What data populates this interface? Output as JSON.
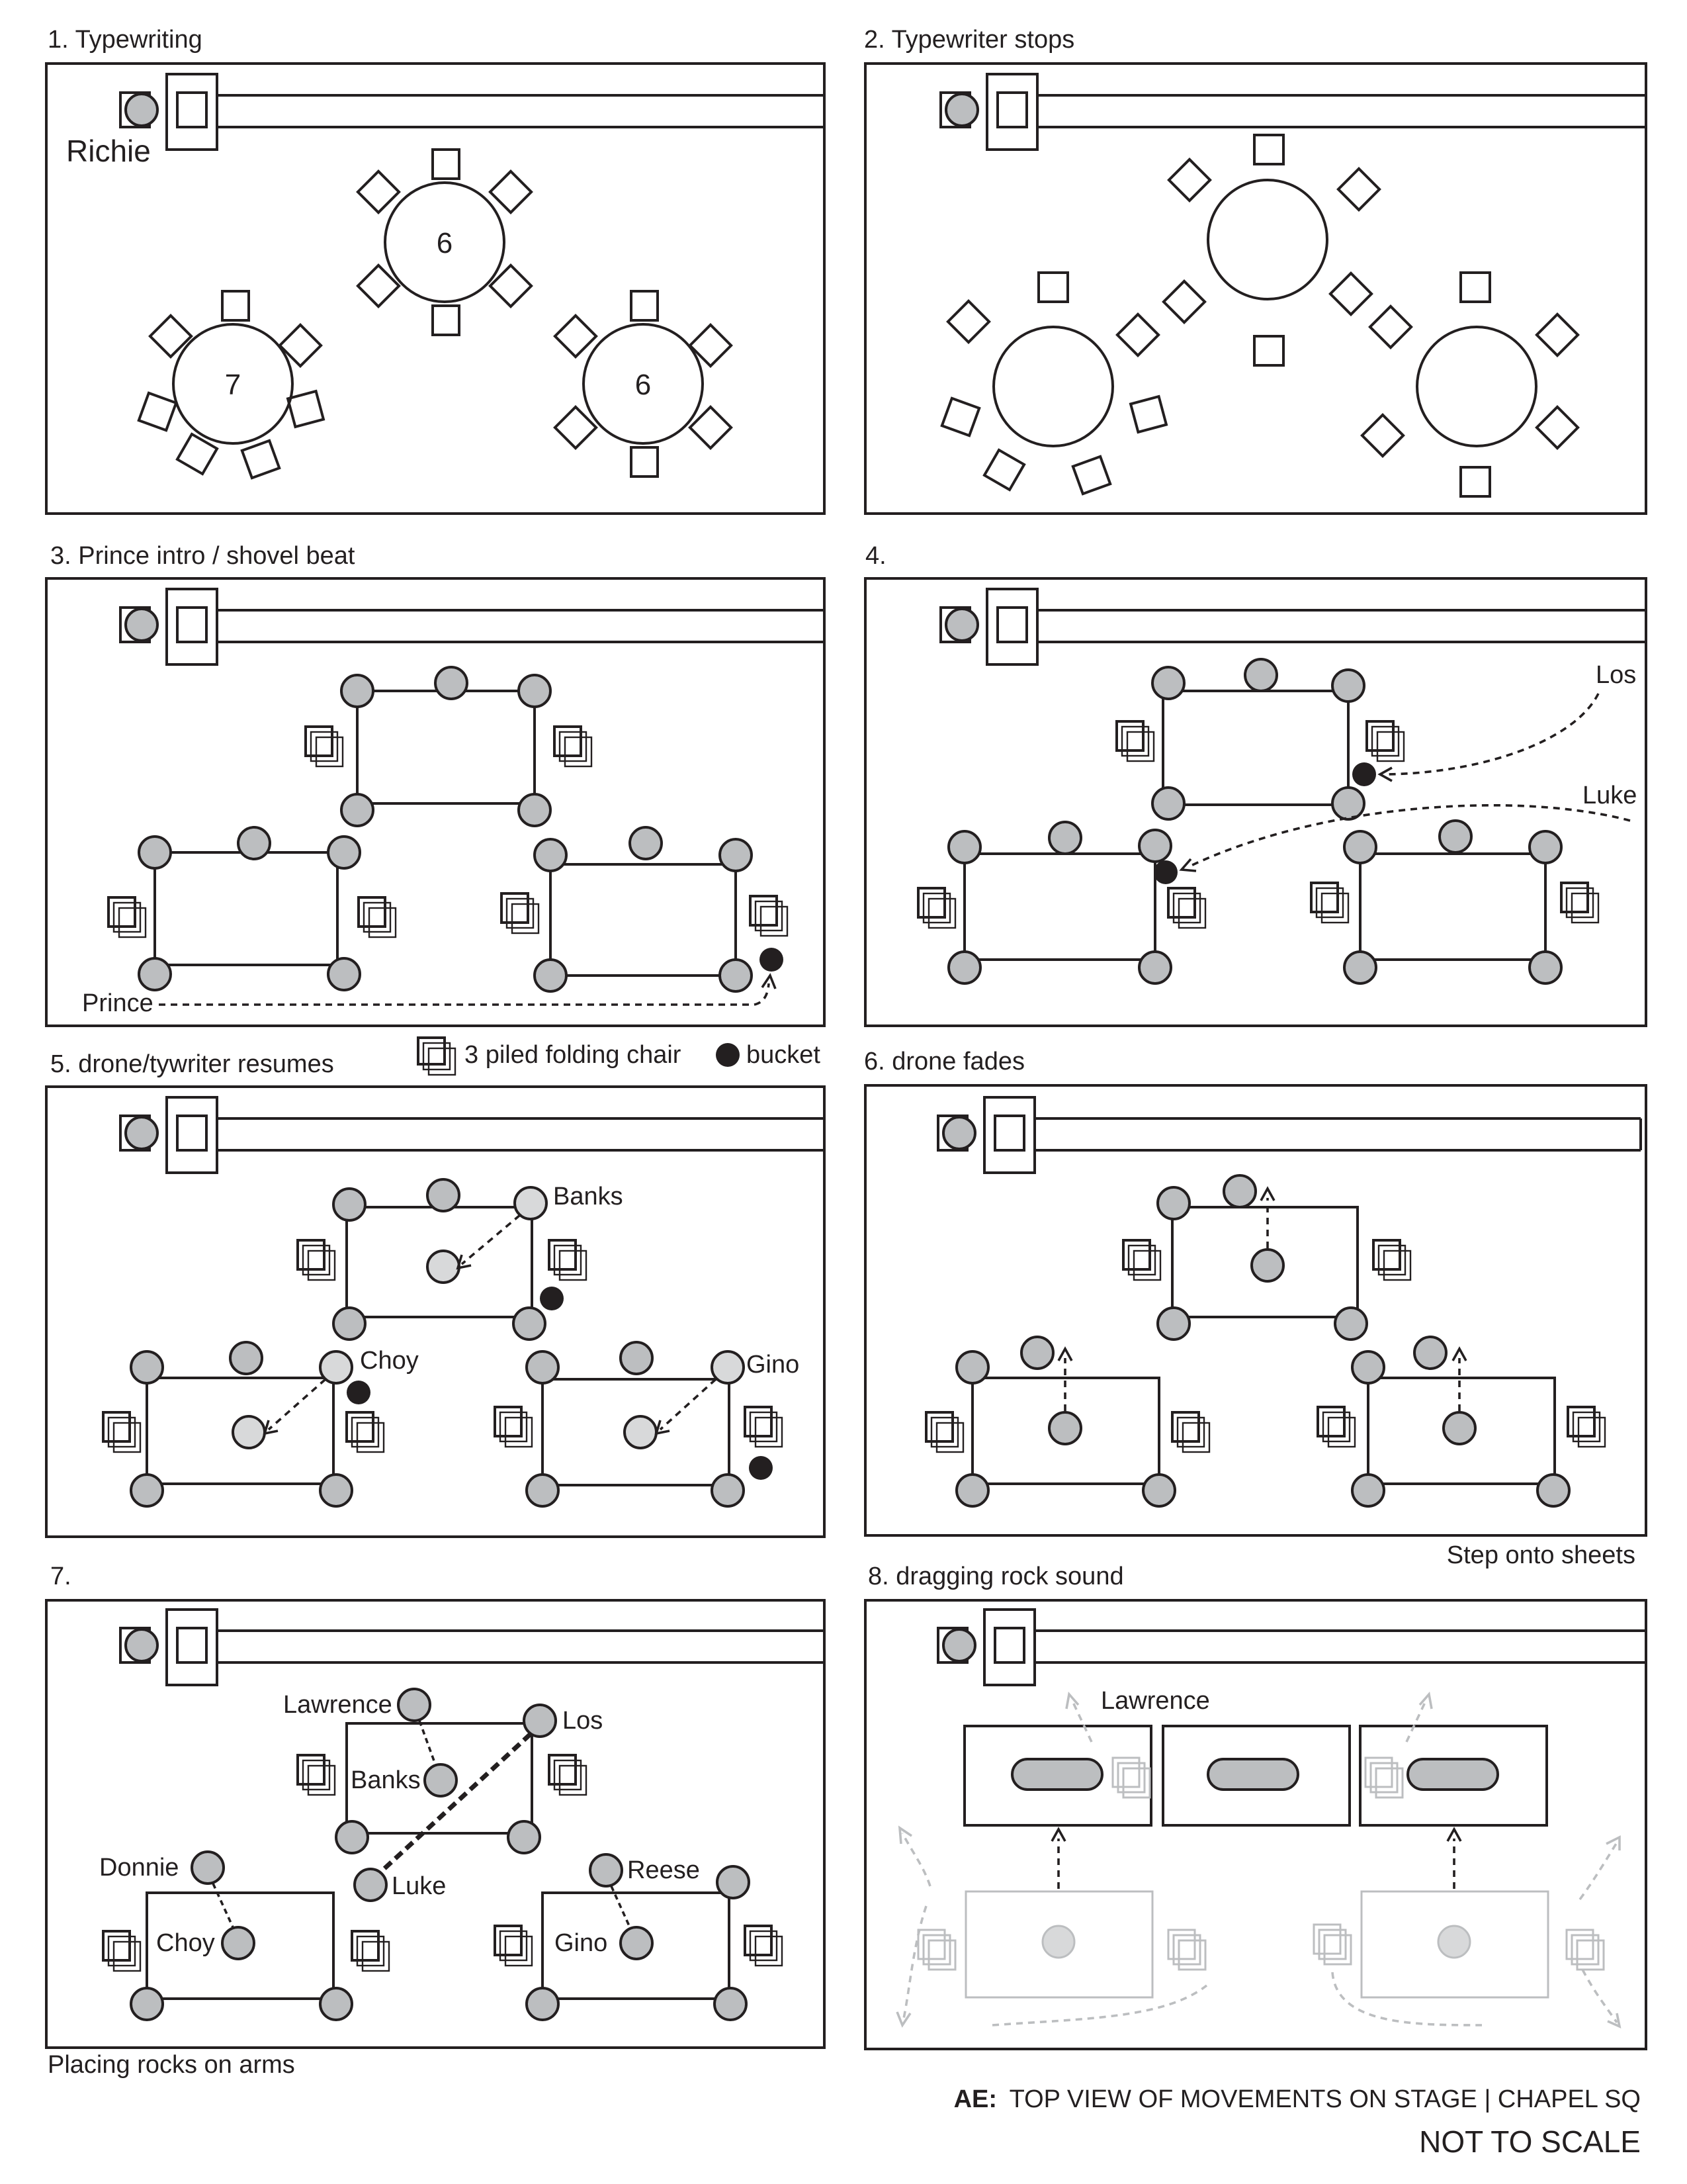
{
  "panels": [
    {
      "title": "1. Typewriting",
      "numbers": [
        "6",
        "7",
        "6"
      ],
      "names": {
        "richie": "Richie"
      }
    },
    {
      "title": "2. Typewriter stops"
    },
    {
      "title": "3. Prince intro / shovel beat",
      "names": {
        "prince": "Prince"
      }
    },
    {
      "title": "4.",
      "names": {
        "los": "Los",
        "luke": "Luke"
      }
    },
    {
      "title": "5. drone/tywriter resumes",
      "names": {
        "banks": "Banks",
        "choy": "Choy",
        "gino": "Gino"
      }
    },
    {
      "title": "6. drone fades",
      "note": "Step onto sheets"
    },
    {
      "title": "7.",
      "note": "Placing rocks on arms",
      "names": {
        "lawrence": "Lawrence",
        "los": "Los",
        "banks": "Banks",
        "donnie": "Donnie",
        "luke": "Luke",
        "reese": "Reese",
        "choy": "Choy",
        "gino": "Gino"
      }
    },
    {
      "title": "8. dragging rock sound",
      "names": {
        "lawrence": "Lawrence"
      }
    }
  ],
  "legend": {
    "chairs": "3 piled folding chair",
    "bucket": "bucket"
  },
  "footer": {
    "bold": "AE:",
    "title": "TOP VIEW OF MOVEMENTS ON STAGE | CHAPEL SQ",
    "scale": "NOT TO SCALE"
  },
  "colors": {
    "ink": "#231f20",
    "performer": "#bcbec0",
    "performer_light": "#d8d9da",
    "bucket": "#231f20",
    "faded": "#bcbec0"
  }
}
